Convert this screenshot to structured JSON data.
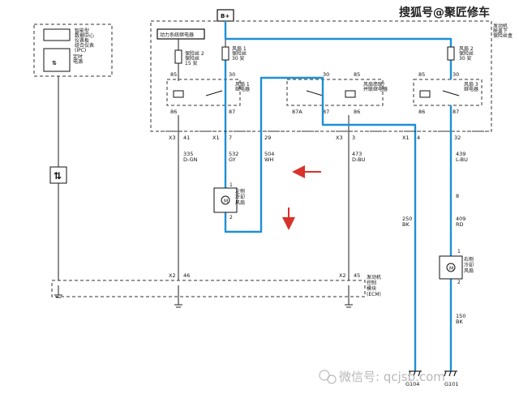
{
  "watermark_top": "搜狐号@聚匠修车",
  "watermark_bottom": "微信号: qcjsb.com",
  "power_label": "B+",
  "modules": {
    "ipc": [
      "智能型",
      "数据中心",
      "仪表板",
      "组合仪表",
      "(IPC)"
    ],
    "fuse_block": [
      "发动机",
      "舱盖下",
      "保险丝盒"
    ],
    "power_relay": "动力系统继电器",
    "ecm": [
      "发动机",
      "控制",
      "模块",
      "(ECM)"
    ]
  },
  "components": {
    "ipc_relay": [
      "定时",
      "电源"
    ],
    "fuse_f15": [
      "保险丝 2",
      "保险丝",
      "15 安"
    ],
    "fuse_fan1": [
      "风扇 1",
      "保险丝",
      "30 安"
    ],
    "fuse_fan2": [
      "风扇 2",
      "保险丝",
      "30 安"
    ],
    "relay1": [
      "风扇 1",
      "继电器"
    ],
    "relay_mid": [
      "风扇串联/",
      "并联继电器"
    ],
    "relay3": [
      "风扇 3",
      "继电器"
    ],
    "fan_left": [
      "左侧",
      "冷却",
      "风扇"
    ],
    "fan_right": [
      "右侧",
      "冷却",
      "风扇"
    ]
  },
  "pins": {
    "relay1": [
      "85",
      "30",
      "86",
      "87"
    ],
    "relay_mid": [
      "85",
      "30",
      "86",
      "87A",
      "87"
    ],
    "relay3": [
      "85",
      "30",
      "86",
      "87"
    ],
    "fan_left": [
      "1",
      "2"
    ],
    "fan_right": [
      "1",
      "2"
    ],
    "connector": [
      "X3",
      "41",
      "X1",
      "7",
      "29",
      "X3",
      "3",
      "X1",
      "4",
      "32",
      "X2",
      "46",
      "X2",
      "45",
      "8"
    ]
  },
  "wires": [
    {
      "circuit": "335",
      "color": "D-GN"
    },
    {
      "circuit": "532",
      "color": "GY"
    },
    {
      "circuit": "504",
      "color": "WH"
    },
    {
      "circuit": "473",
      "color": "D-BU"
    },
    {
      "circuit": "439",
      "color": "L-BU"
    },
    {
      "circuit": "250",
      "color": "BK"
    },
    {
      "circuit": "409",
      "color": "RD"
    },
    {
      "circuit": "150",
      "color": "BK"
    }
  ],
  "grounds": [
    "G104",
    "G101"
  ],
  "colors": {
    "current_path": "#1e90d6",
    "arrow": "#d9312b",
    "line": "#222222"
  }
}
